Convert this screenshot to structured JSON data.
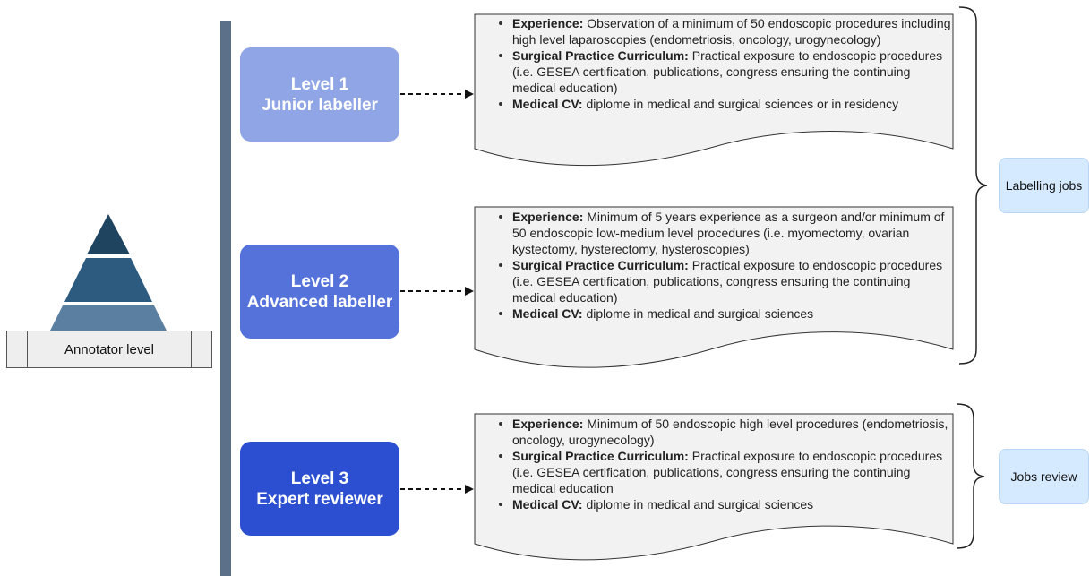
{
  "annotator": {
    "label": "Annotator level"
  },
  "levels": [
    {
      "line1": "Level 1",
      "line2": "Junior labeller",
      "criteria": [
        {
          "label": "Experience:",
          "text": "Observation of a minimum of 50 endoscopic procedures including high level laparoscopies (endometriosis, oncology, urogynecology)"
        },
        {
          "label": "Surgical Practice Curriculum:",
          "text": "Practical exposure to endoscopic procedures (i.e. GESEA certification, publications, congress ensuring the continuing medical education)"
        },
        {
          "label": "Medical CV:",
          "text": "diplome in medical and surgical sciences or in residency"
        }
      ]
    },
    {
      "line1": "Level 2",
      "line2": "Advanced labeller",
      "criteria": [
        {
          "label": "Experience:",
          "text": "Minimum of 5 years experience as a surgeon and/or minimum of 50 endoscopic low-medium level procedures (i.e. myomectomy, ovarian kystectomy, hysterectomy, hysteroscopies)"
        },
        {
          "label": "Surgical Practice Curriculum:",
          "text": "Practical exposure to endoscopic procedures (i.e. GESEA certification, publications, congress ensuring the continuing medical education)"
        },
        {
          "label": "Medical CV:",
          "text": "diplome in medical and surgical sciences"
        }
      ]
    },
    {
      "line1": "Level 3",
      "line2": "Expert reviewer",
      "criteria": [
        {
          "label": "Experience:",
          "text": "Minimum of 50 endoscopic high level procedures (endometriosis, oncology, urogynecology)"
        },
        {
          "label": "Surgical Practice Curriculum:",
          "text": "Practical exposure to endoscopic procedures (i.e. GESEA certification, publications, congress ensuring the continuing medical education"
        },
        {
          "label": "Medical CV:",
          "text": "diplome in medical and surgical sciences"
        }
      ]
    }
  ],
  "jobs": [
    {
      "label": "Labelling jobs"
    },
    {
      "label": "Jobs review"
    }
  ],
  "colors": {
    "pyramid_top": "#1f4460",
    "pyramid_middle": "#2d5a7f",
    "pyramid_bottom": "#5b7fa0",
    "vertical_bar": "#5d7089",
    "level_1": "#8fa5e6",
    "level_2": "#5472da",
    "level_3": "#2b4fd0",
    "document_fill": "#f2f2f2",
    "job_fill": "#d6eaff"
  }
}
